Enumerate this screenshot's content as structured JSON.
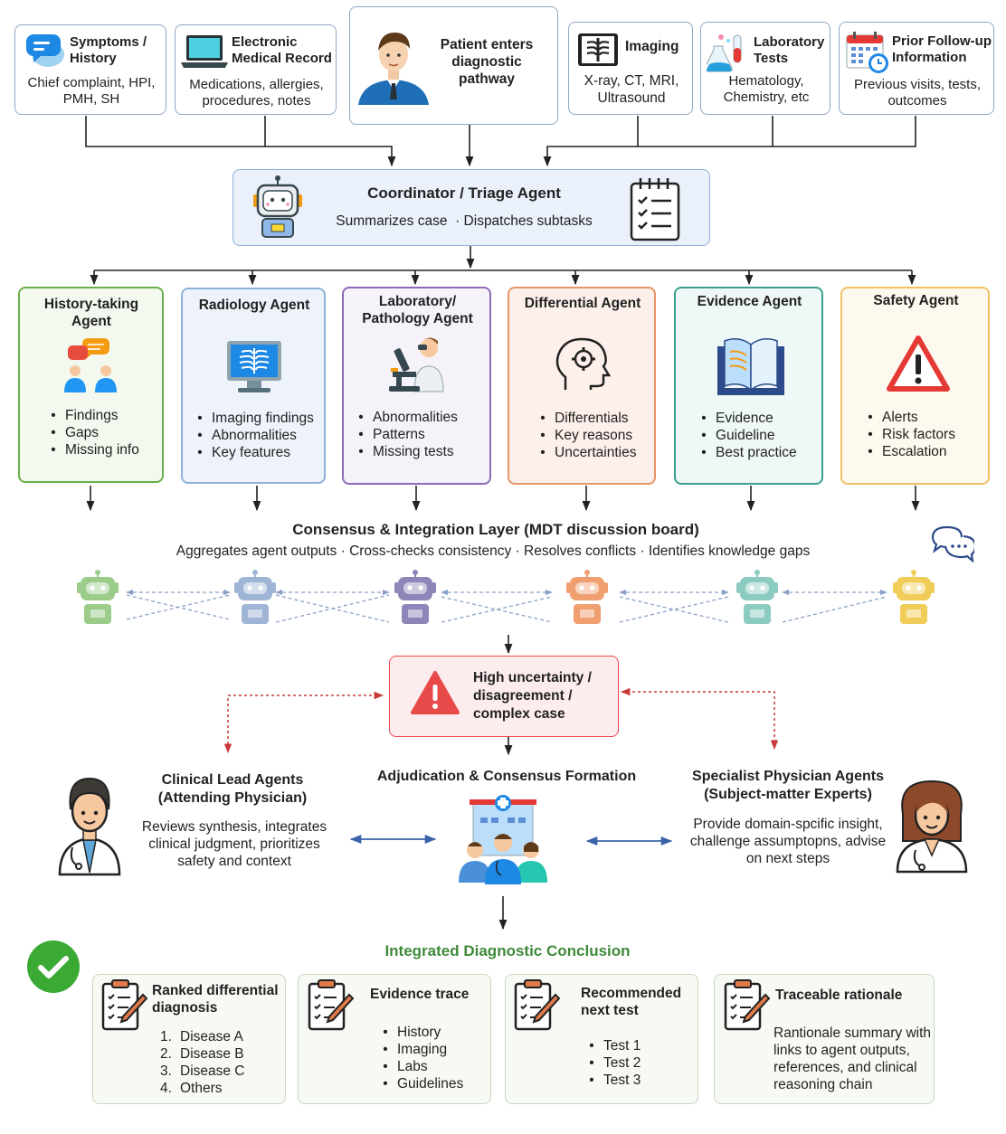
{
  "inputs": [
    {
      "title": "Symptoms / History",
      "desc": "Chief complaint, HPI, PMH, SH",
      "icon": "chat-bubble-icon"
    },
    {
      "title": "Electronic Medical Record",
      "desc": "Medications, allergies, procedures, notes",
      "icon": "laptop-icon"
    },
    {
      "title": "Patient enters diagnostic pathway",
      "icon": "patient-icon"
    },
    {
      "title": "Imaging",
      "desc": "X-ray, CT, MRI, Ultrasound",
      "icon": "xray-icon"
    },
    {
      "title": "Laboratory Tests",
      "desc": "Hematology, Chemistry, etc",
      "icon": "test-tube-icon"
    },
    {
      "title": "Prior Follow-up Information",
      "desc": "Previous visits, tests, outcomes",
      "icon": "calendar-icon"
    }
  ],
  "coordinator": {
    "title": "Coordinator / Triage Agent",
    "subtitle": "Summarizes case  · Dispatches subtasks"
  },
  "agents": [
    {
      "title": "History-taking Agent",
      "items": [
        "Findings",
        "Gaps",
        "Missing info"
      ],
      "border": "#6ab04c",
      "bg": "#f3f9ee",
      "icon": "conversation-icon"
    },
    {
      "title": "Radiology Agent",
      "items": [
        "Imaging findings",
        "Abnormalities",
        "Key features"
      ],
      "border": "#8fb2d9",
      "bg": "#eef3fb",
      "icon": "xray-monitor-icon"
    },
    {
      "title": "Laboratory/ Pathology Agent",
      "items": [
        "Abnormalities",
        "Patterns",
        "Missing tests"
      ],
      "border": "#8e6bb8",
      "bg": "#f6f2fa",
      "icon": "microscope-icon"
    },
    {
      "title": "Differential Agent",
      "items": [
        "Differentials",
        "Key reasons",
        "Uncertainties"
      ],
      "border": "#e8956a",
      "bg": "#fdf0eb",
      "icon": "brain-gear-icon"
    },
    {
      "title": "Evidence Agent",
      "items": [
        "Evidence",
        "Guideline",
        "Best practice"
      ],
      "border": "#3ca08e",
      "bg": "#eef8f6",
      "icon": "book-icon"
    },
    {
      "title": "Safety Agent",
      "items": [
        "Alerts",
        "Risk factors",
        "Escalation"
      ],
      "border": "#f0c064",
      "bg": "#fef9ee",
      "icon": "warning-icon"
    }
  ],
  "consensus": {
    "title": "Consensus & Integration Layer (MDT discussion board)",
    "subtitle": "Aggregates agent outputs · Cross-checks consistency · Resolves conflicts · Identifies knowledge gaps",
    "robot_colors": [
      "#9ccc8a",
      "#9fb5d6",
      "#8e86b8",
      "#f0a070",
      "#8ccbc0",
      "#f0cc58"
    ]
  },
  "uncertainty": {
    "text": "High uncertainty / disagreement / complex case"
  },
  "adjudication": {
    "center_title": "Adjudication & Consensus Formation",
    "left_title": "Clinical Lead Agents (Attending Physician)",
    "left_desc": "Reviews synthesis, integrates clinical judgment, prioritizes safety and context",
    "right_title": "Specialist Physician Agents (Subject-matter Experts)",
    "right_desc": "Provide domain-spcific insight, challenge assumptopns, advise on next steps"
  },
  "conclusion": {
    "title": "Integrated Diagnostic Conclusion",
    "cards": [
      {
        "title": "Ranked differential diagnosis",
        "ordered": [
          "Disease A",
          "Disease B",
          "Disease C",
          "Others"
        ]
      },
      {
        "title": "Evidence trace",
        "items": [
          "History",
          "Imaging",
          "Labs",
          "Guidelines"
        ]
      },
      {
        "title": "Recommended next test",
        "items": [
          "Test 1",
          "Test 2",
          "Test 3"
        ]
      },
      {
        "title": "Traceable rationale",
        "desc": "Rantionale summary with links to agent outputs, references, and clinical reasoning chain"
      }
    ]
  },
  "colors": {
    "input_border": "#8fa6c4",
    "coordinator_bg": "#eaf1fa",
    "consensus_bg": "#eef3fb",
    "alert_red": "#e84a4a",
    "adjudication_bg": "#fefbf1",
    "adjudication_border": "#f2c56b",
    "conclusion_bg": "#f3f8ef",
    "conclusion_border": "#6ab04c",
    "conclusion_title": "#3f8a3a",
    "dashed_red": "#c83a3a",
    "arrow_blue": "#3a62a8"
  }
}
